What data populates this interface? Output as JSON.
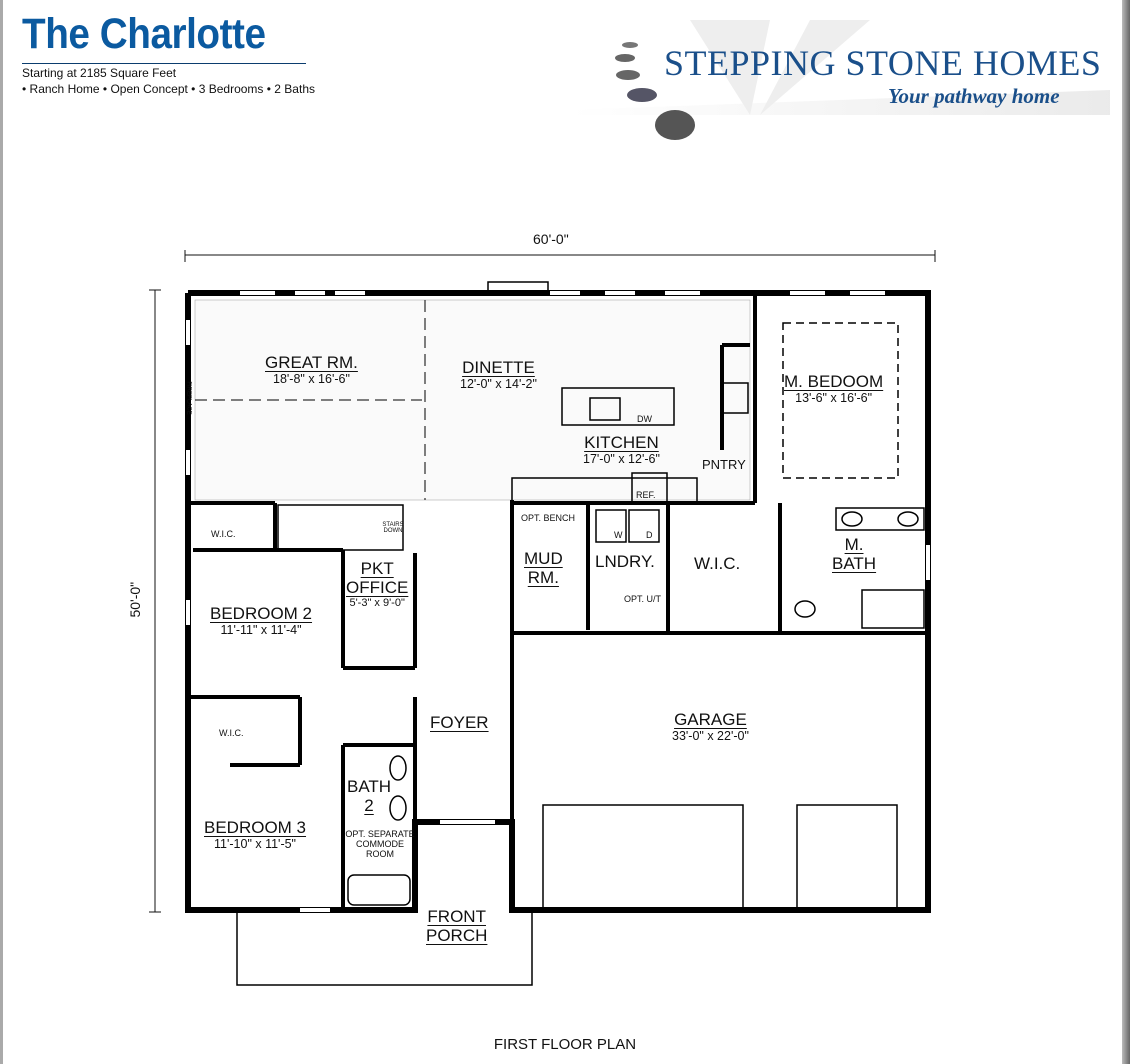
{
  "header": {
    "title": "The Charlotte",
    "subtitle": "Starting at 2185 Square Feet",
    "features": [
      "Ranch Home",
      "Open Concept",
      "3 Bedrooms",
      "2 Baths"
    ]
  },
  "logo": {
    "brand": "STEPPING STONE HOMES",
    "tagline": "Your pathway home"
  },
  "dimensions": {
    "width": "60'-0\"",
    "depth": "50'-0\""
  },
  "rooms": {
    "great_room": {
      "name": "GREAT RM.",
      "size": "18'-8\" x 16'-6\""
    },
    "dinette": {
      "name": "DINETTE",
      "size": "12'-0\" x 14'-2\""
    },
    "kitchen": {
      "name": "KITCHEN",
      "size": "17'-0\" x 12'-6\""
    },
    "master_bedroom": {
      "name": "M. BEDOOM",
      "size": "13'-6\" x 16'-6\""
    },
    "bedroom2": {
      "name": "BEDROOM 2",
      "size": "11'-11\" x 11'-4\""
    },
    "bedroom3": {
      "name": "BEDROOM 3",
      "size": "11'-10\" x 11'-5\""
    },
    "office": {
      "name1": "PKT",
      "name2": "OFFICE",
      "size": "5'-3\" x 9'-0\""
    },
    "mud_room": {
      "name1": "MUD",
      "name2": "RM."
    },
    "laundry": {
      "name": "LNDRY."
    },
    "wic_master": {
      "name": "W.I.C."
    },
    "master_bath": {
      "name1": "M.",
      "name2": "BATH"
    },
    "garage": {
      "name": "GARAGE",
      "size": "33'-0\" x 22'-0\""
    },
    "foyer": {
      "name": "FOYER"
    },
    "bath2": {
      "name1": "BATH",
      "name2": "2"
    },
    "front_porch": {
      "name1": "FRONT",
      "name2": "PORCH"
    }
  },
  "small_labels": {
    "fireplace": "FIREPLACE",
    "wic1": "W.I.C.",
    "wic2": "W.I.C.",
    "stairs": "STAIRS DOWN",
    "opt_bench": "OPT. BENCH",
    "opt_ut": "OPT. U/T",
    "pantry": "PNTRY",
    "ref": "REF.",
    "dw": "DW",
    "washer": "W",
    "dryer": "D",
    "commode": "OPT. SEPARATE COMMODE ROOM"
  },
  "caption": "FIRST FLOOR PLAN"
}
